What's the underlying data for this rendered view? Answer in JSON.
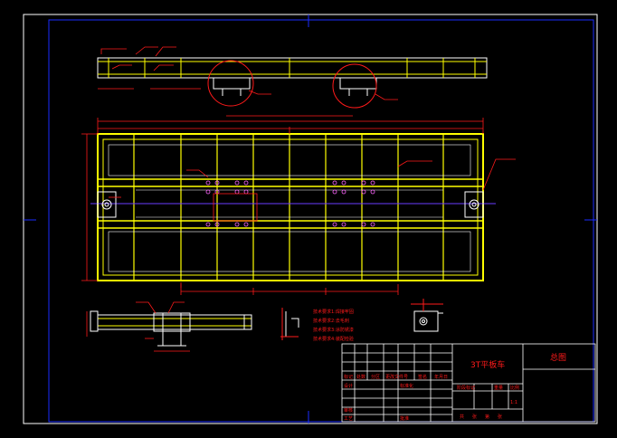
{
  "drawing": {
    "colors": {
      "background": "#000000",
      "frame_outer": "#ffffff",
      "frame_inner": "#1a2cff",
      "structure": "#ffff00",
      "dimension": "#ff1a1a",
      "centerline": "#6a3cff",
      "detail": "#ffffff",
      "hole": "#ff66ff"
    }
  },
  "title_block": {
    "product_name": "3T平板车",
    "drawing_name": "总图",
    "headers": [
      "标记",
      "处数",
      "分区",
      "更改文件号",
      "签名",
      "年月日"
    ],
    "stage_label": "阶段标记",
    "weight_label": "重量",
    "scale_label": "比例",
    "scale_value": "1:1",
    "designer_label": "设计",
    "standardization_label": "标准化",
    "review_label": "审核",
    "process_label": "工艺",
    "approve_label": "批准",
    "sheets": [
      "共",
      "张",
      "第",
      "张"
    ]
  },
  "notes": [
    "技术要求1:焊接牢固",
    "技术要求2:去毛刺",
    "技术要求3:涂防锈漆",
    "技术要求4:装配检验"
  ]
}
